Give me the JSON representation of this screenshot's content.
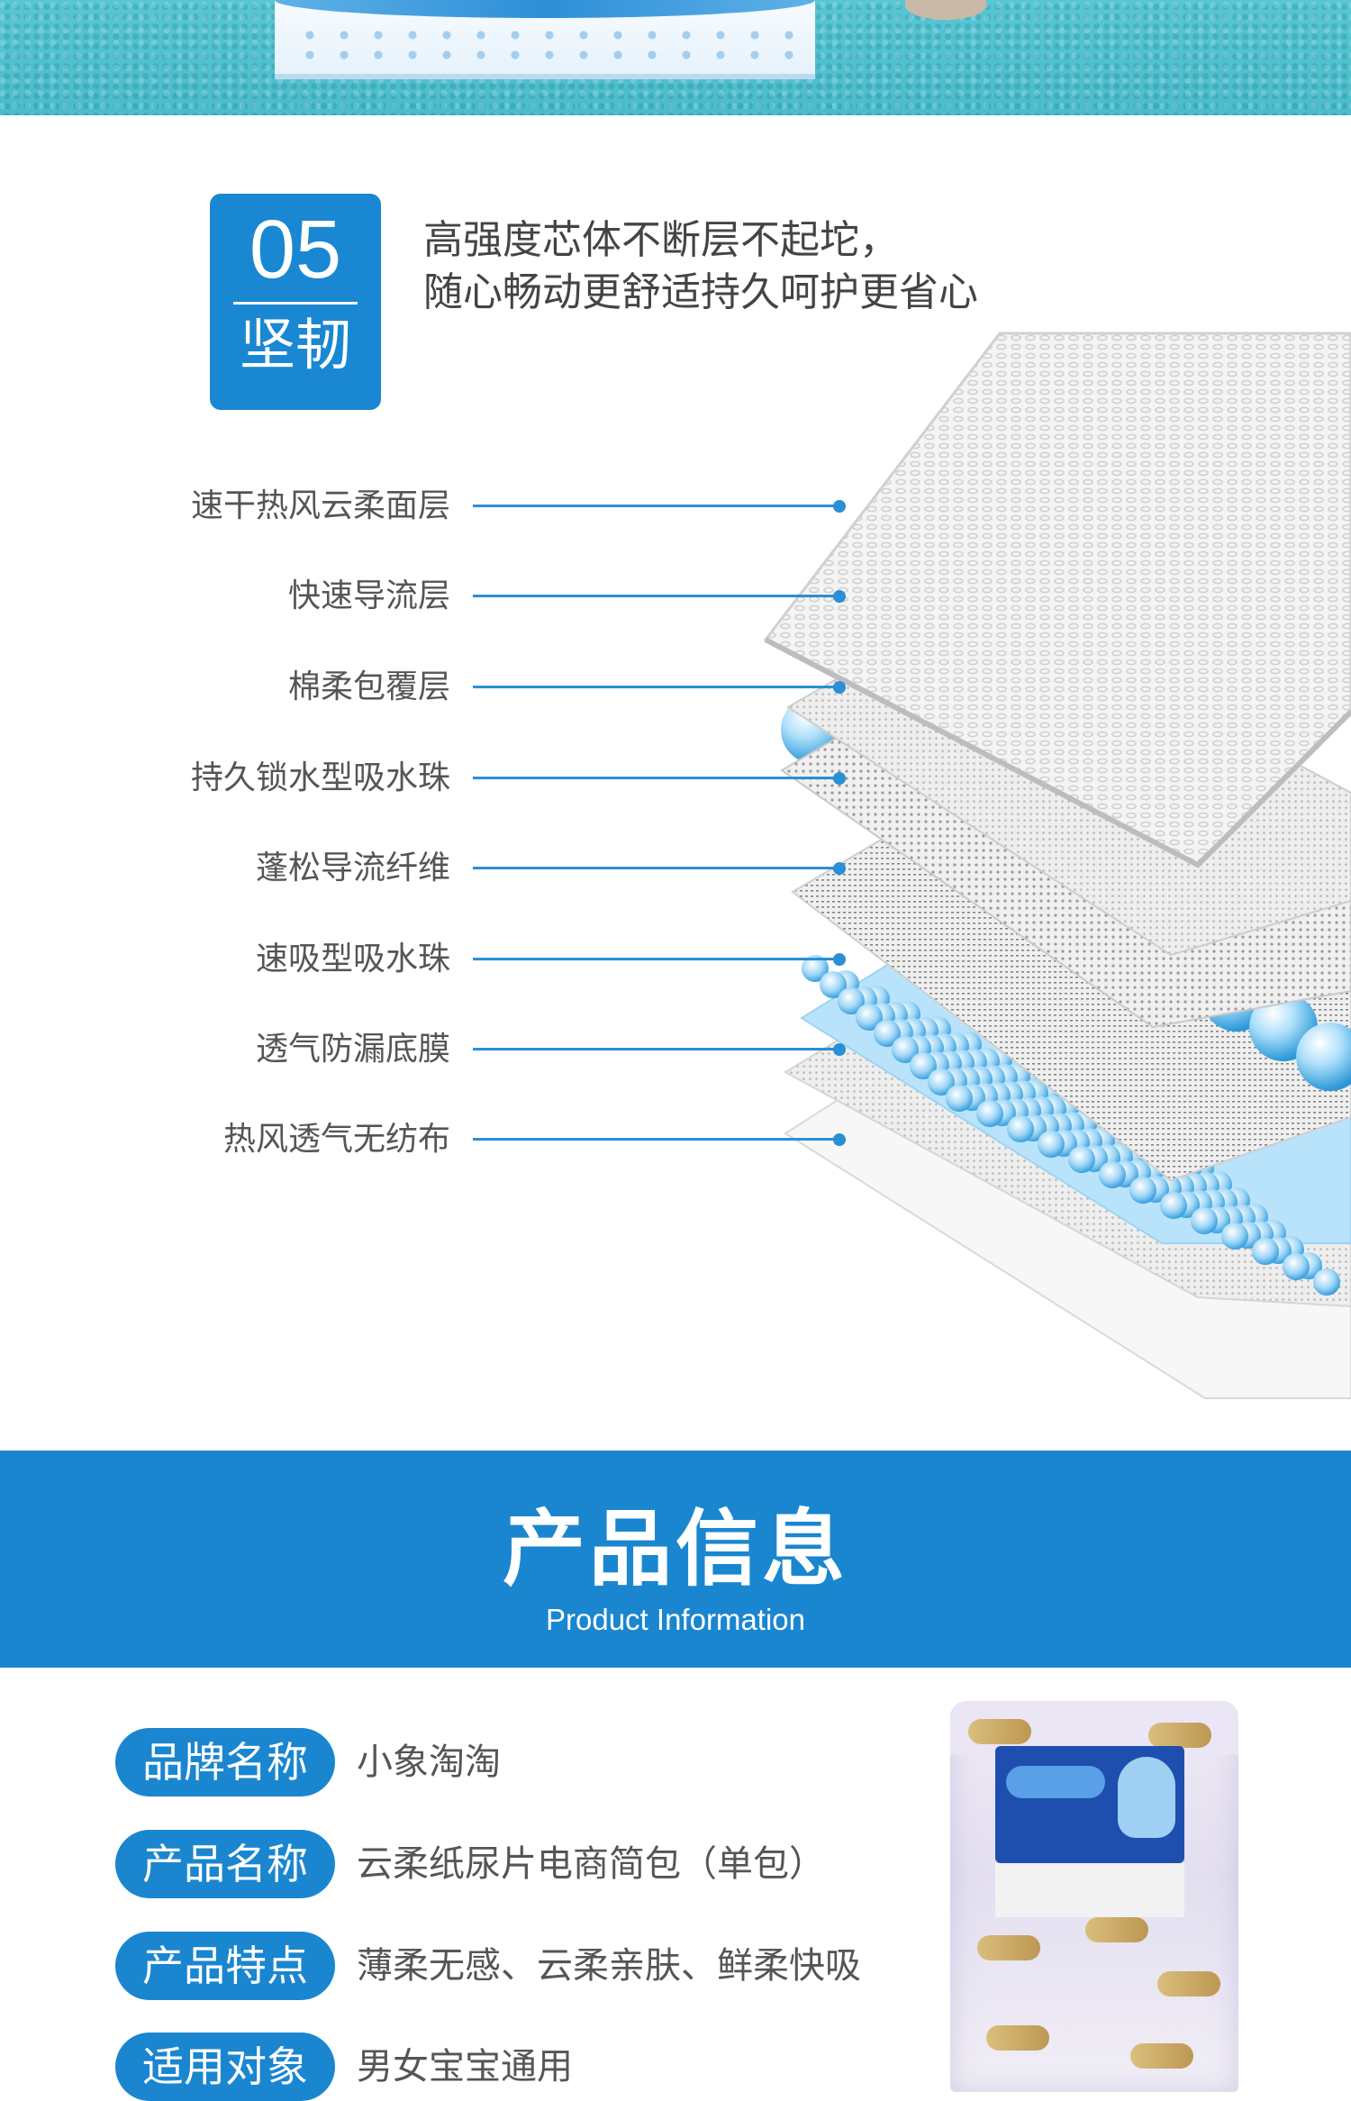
{
  "feature": {
    "number": "05",
    "title": "坚韧",
    "desc_line1": "高强度芯体不断层不起坨，",
    "desc_line2": "随心畅动更舒适持久呵护更省心"
  },
  "layers": [
    {
      "label": "速干热风云柔面层"
    },
    {
      "label": "快速导流层"
    },
    {
      "label": "棉柔包覆层"
    },
    {
      "label": "持久锁水型吸水珠"
    },
    {
      "label": "蓬松导流纤维"
    },
    {
      "label": "速吸型吸水珠"
    },
    {
      "label": "透气防漏底膜"
    },
    {
      "label": "热风透气无纺布"
    }
  ],
  "product_info": {
    "title": "产品信息",
    "subtitle": "Product Information",
    "rows": [
      {
        "key": "品牌名称",
        "value": "小象淘淘"
      },
      {
        "key": "产品名称",
        "value": "云柔纸尿片电商简包（单包）"
      },
      {
        "key": "产品特点",
        "value": "薄柔无感、云柔亲肤、鲜柔快吸"
      },
      {
        "key": "适用对象",
        "value": "男女宝宝通用"
      }
    ]
  },
  "colors": {
    "brand_blue": "#1a86cf",
    "line_blue": "#2a8fd6",
    "hero_teal": "#4bbccb"
  }
}
